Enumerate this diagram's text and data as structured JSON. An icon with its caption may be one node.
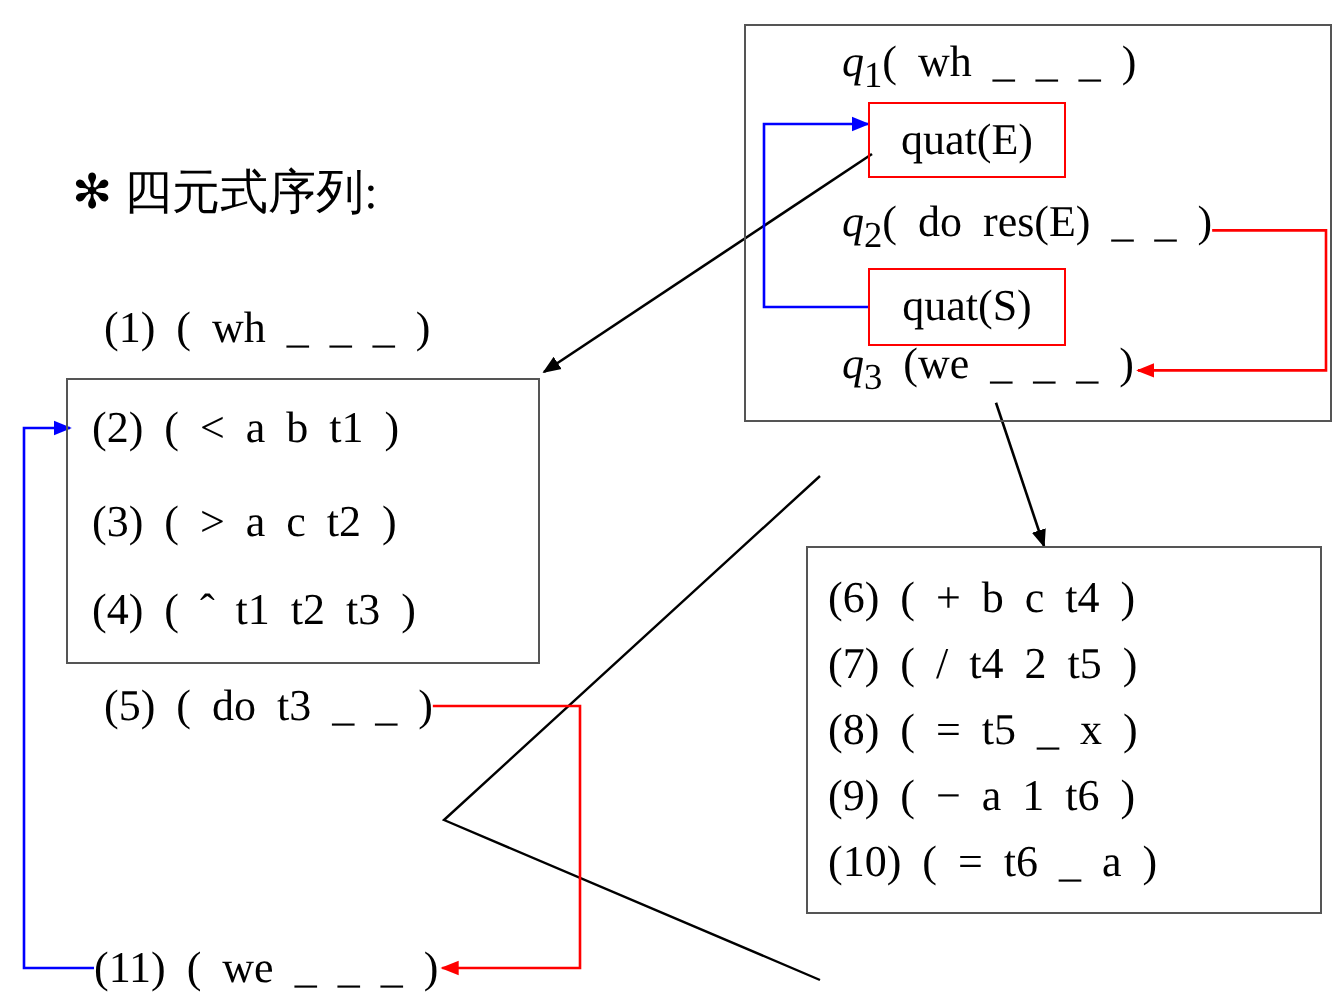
{
  "diagram": {
    "nodes": [
      {
        "text": [],
        "shape": "box"
      },
      {
        "text": [
          "*q*$_{1}$( wh _ _ _ )"
        ],
        "in": 0
      },
      {
        "text": [
          "quat(E)"
        ],
        "in": 0
      },
      {
        "text": [
          "*q*$_{2}$( do res(E) _ _ )"
        ],
        "in": 0
      },
      {
        "text": [
          "quat(S)"
        ],
        "in": 0
      },
      {
        "text": [
          "*q*$_{3}$ (we _ _ _ )"
        ],
        "in": 0
      },
      {
        "text": [
          "(1) ( wh _ _ _ )"
        ]
      },
      {
        "text": [],
        "shape": "box"
      },
      {
        "text": [
          "(2) ( < a b t1 )"
        ],
        "in": 7
      },
      {
        "text": [
          "(3) ( > a c t2 )"
        ],
        "in": 7
      },
      {
        "text": [
          "(4) ( ˆ t1 t2 t3 )"
        ],
        "in": 7
      },
      {
        "text": [
          "(5) ( do t3 _ _ )"
        ]
      },
      {
        "text": [
          "(6) ( + b c t4 )",
          "(7) ( / t4 2 t5 )",
          "(8) ( = t5 _ x )",
          "(9) ( − a 1 t6 )",
          "(10) ( = t6 _ a )"
        ]
      },
      {
        "text": [
          "(11) ( we _ _ _ )"
        ]
      }
    ],
    "edges": [
      {
        "from": 2,
        "to": 7,
        "arrow": "to"
      },
      {
        "from": 4,
        "to": 2,
        "arrow": "to",
        "color": "#0000ff"
      },
      {
        "from": 3,
        "to": 5,
        "arrow": "to",
        "color": "#ff0000"
      },
      {
        "from": 5,
        "to": 12,
        "arrow": "to"
      },
      {
        "from": 13,
        "to": 8,
        "arrow": "to",
        "color": "#0000ff"
      },
      {
        "from": 11,
        "to": 13,
        "arrow": "to",
        "color": "#ff0000"
      }
    ],
    "labels": [
      "✻ 四元式序列:"
    ]
  }
}
